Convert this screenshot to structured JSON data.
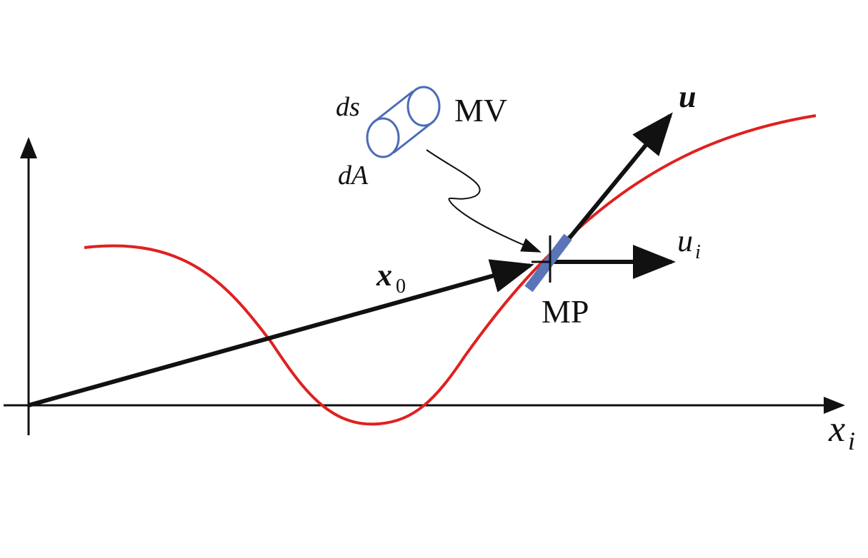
{
  "labels": {
    "ds": "ds",
    "dA": "dA",
    "mv": "MV",
    "mp": "MP",
    "u_vector": "u",
    "u_component_base": "u",
    "u_component_sub": "i",
    "x0_base": "x",
    "x0_sub": "0",
    "axis_base": "x",
    "axis_sub": "i"
  },
  "colors": {
    "curve": "#e02020",
    "arrows": "#111111",
    "material_volume": "#4b6cb7",
    "material_point": "#5a74b8"
  }
}
